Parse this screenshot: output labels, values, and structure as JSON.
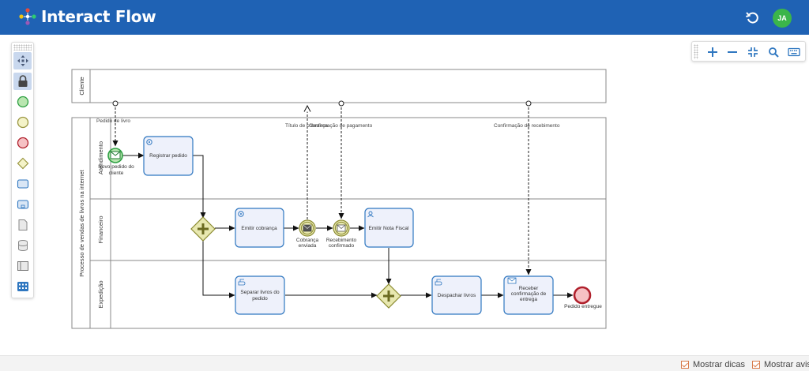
{
  "app": {
    "title": "Interact Flow",
    "user_initials": "JA",
    "brand_color": "#1f62b4",
    "avatar_color": "#3bb54a"
  },
  "palette": {
    "tools": [
      {
        "name": "move-icon"
      },
      {
        "name": "lock-icon"
      },
      {
        "name": "start-event-icon"
      },
      {
        "name": "intermediate-event-icon"
      },
      {
        "name": "end-event-icon"
      },
      {
        "name": "gateway-icon"
      },
      {
        "name": "task-icon"
      },
      {
        "name": "subprocess-icon"
      },
      {
        "name": "data-object-icon"
      },
      {
        "name": "data-store-icon"
      },
      {
        "name": "pool-icon"
      },
      {
        "name": "grid-icon"
      }
    ]
  },
  "zoom_toolbar": {
    "buttons": [
      "zoom-in-icon",
      "zoom-out-icon",
      "fit-icon",
      "search-icon",
      "keyboard-icon"
    ]
  },
  "diagram": {
    "pools": {
      "client": "Cliente",
      "process": "Processo de vendas de livros na internet"
    },
    "lanes": {
      "attendance": "Atendimento",
      "finance": "Financeiro",
      "shipping": "Expedição"
    },
    "tasks": {
      "register_order": "Registrar pedido",
      "issue_charge": "Emitir cobrança",
      "issue_invoice": "Emitir Nota Fiscal",
      "separate_books_1": "Separar livros do",
      "separate_books_2": "pedido",
      "dispatch_books": "Despachar livros",
      "receive_confirm_1": "Receber",
      "receive_confirm_2": "confirmação de",
      "receive_confirm_3": "entrega"
    },
    "events": {
      "order_received_1": "Novo pedido do",
      "order_received_2": "cliente",
      "charge_sent_1": "Cobrança",
      "charge_sent_2": "enviada",
      "receipt_confirmed_1": "Recebimento",
      "receipt_confirmed_2": "confirmado",
      "order_delivered": "Pedido entregue"
    },
    "messages": {
      "book_order": "Pedido de livro",
      "charge_title": "Título de cobrança",
      "payment_confirmation": "Confirmação de pagamento",
      "receipt_confirmation": "Confirmação de recebimento"
    }
  },
  "footer": {
    "show_tips": "Mostrar dicas",
    "show_warnings": "Mostrar avis"
  }
}
